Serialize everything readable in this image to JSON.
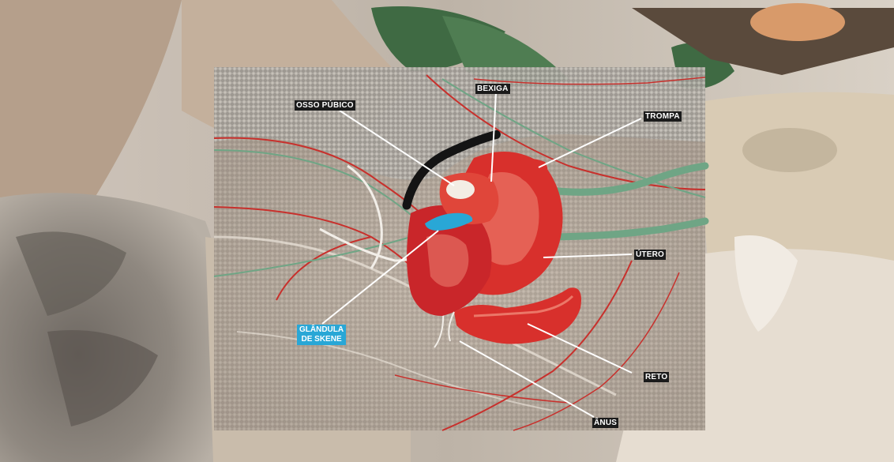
{
  "labels": {
    "osso_pubico": "OSSO PÚBICO",
    "bexiga": "BEXIGA",
    "trompa": "TROMPA",
    "utero": "ÚTERO",
    "glandula_line1": "GLÂNDULA",
    "glandula_line2": "DE SKENE",
    "reto": "RETO",
    "anus": "ÂNUS"
  },
  "colors": {
    "organ_red": "#d8302c",
    "organ_highlight": "#f08a78",
    "tube_green": "#6fa585",
    "gland_blue": "#29a7d6",
    "label_bg": "#1b1b1b"
  }
}
